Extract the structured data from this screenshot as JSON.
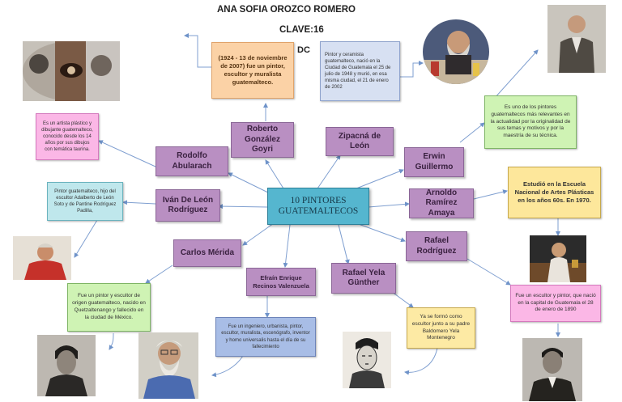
{
  "header": {
    "name": "ANA SOFIA OROZCO ROMERO",
    "clave": "CLAVE:16",
    "section": "DC"
  },
  "center": {
    "line1": "10 PINTORES",
    "line2": "GUATEMALTECOS"
  },
  "painters": {
    "roberto": "Roberto González Goyri",
    "zipacna": "Zipacná de León",
    "erwin": "Erwin Guillermo",
    "rodolfo": "Rodolfo Abularach",
    "ivan": "Iván De León Rodríguez",
    "arnoldo": "Arnoldo Ramírez Amaya",
    "carlos": "Carlos Mérida",
    "rafael_rodriguez": "Rafael Rodríguez",
    "efrain": "Efraín Enrique Recinos Valenzuela",
    "rafael_yela": "Rafael Yela Günther"
  },
  "notes": {
    "roberto": "(1924 - 13 de noviembre de 2007) fue un pintor, escultor y muralista guatemalteco.",
    "zipacna": "Pintor y ceramista guatemalteco, nació en la Ciudad de Guatemala el 25 de julio de 1948 y murió, en esa misma ciudad, el 21 de enero de 2002",
    "rodolfo": "Es un artista plástico y dibujante guatemalteco, conocido desde los 14 años por sus dibujos con temática taurina.",
    "erwin": "Es uno de los pintores guatemaltecos más relevantes en la actualidad por la originalidad de sus temas y motivos y por la maestría de su técnica.",
    "ivan": "Pintor guatemalteco, hijo del escultor Adalberto de León Soto y de Pantine Rodríguez Padilla,",
    "arnoldo": "Estudió en la Escuela Nacional de Artes Plásticas en los años 60s.  En 1970.",
    "carlos": "Fue un pintor y escultor de origen guatemalteco, nacido en Quetzaltenango y fallecido en la ciudad de México.",
    "rafael_rodriguez": "Fue un escultor y pintor, que nació en la capital de Guatemala el 28 de enero de 1890",
    "efrain": "Fue un ingeniero, urbanista, pintor, escultor, muralista, escenógrafo, inventor y homo universalis hasta el día de su fallecimiento",
    "rafael_yela": "Ya se formó como escultor junto a su padre Baldomero Yela Montenegro"
  },
  "colors": {
    "node": "#b98fc2",
    "center": "#55b6cf",
    "connector": "#6f93c9"
  }
}
